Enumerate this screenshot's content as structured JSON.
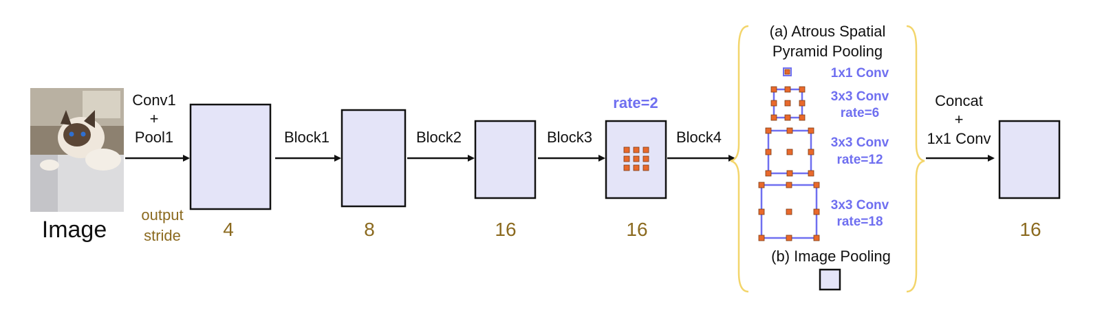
{
  "input": {
    "label": "Image"
  },
  "stem": {
    "line1": "Conv1",
    "line2": "+",
    "line3": "Pool1"
  },
  "output_stride": {
    "line1": "output",
    "line2": "stride"
  },
  "blocks": [
    {
      "label": "Block1"
    },
    {
      "label": "Block2"
    },
    {
      "label": "Block3"
    },
    {
      "label": "Block4"
    }
  ],
  "strides": [
    "4",
    "8",
    "16",
    "16",
    "16"
  ],
  "atrous_rate_label": "rate=2",
  "aspp": {
    "title_line1": "(a) Atrous Spatial",
    "title_line2": "Pyramid Pooling",
    "branches": [
      {
        "line1": "1x1 Conv",
        "line2": ""
      },
      {
        "line1": "3x3 Conv",
        "line2": "rate=6"
      },
      {
        "line1": "3x3 Conv",
        "line2": "rate=12"
      },
      {
        "line1": "3x3 Conv",
        "line2": "rate=18"
      }
    ],
    "image_pooling": "(b) Image Pooling"
  },
  "fuse": {
    "line1": "Concat",
    "line2": "+",
    "line3": "1x1 Conv"
  },
  "colors": {
    "feature_fill": "#e4e4f8",
    "kernel_dot": "#e8692c",
    "kernel_outline": "#6f6ff0",
    "stride_text": "#8b6a1f",
    "brace": "#f3d56b"
  }
}
